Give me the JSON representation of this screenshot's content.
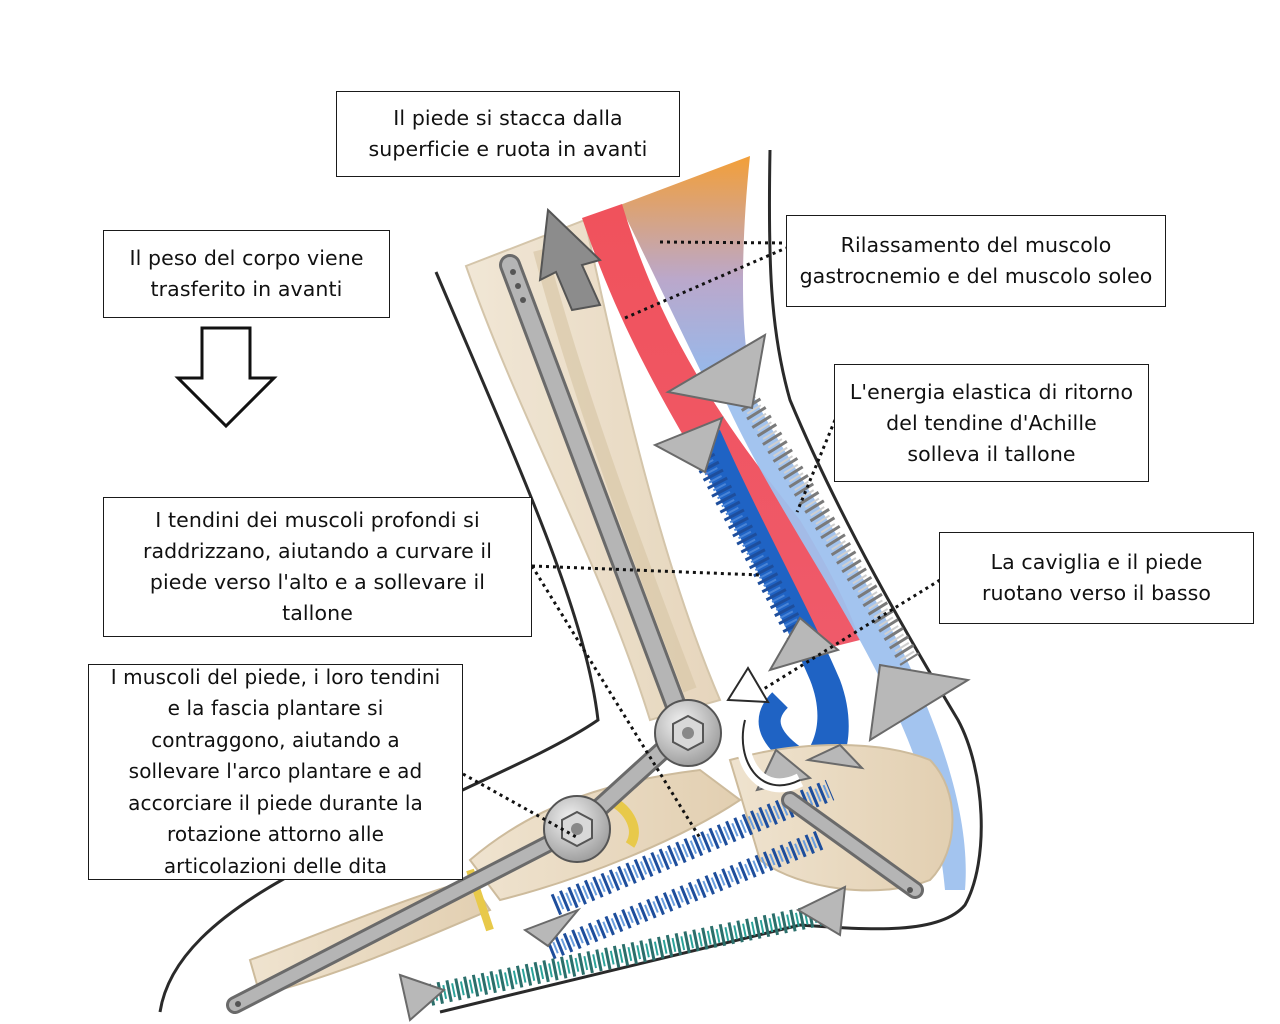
{
  "diagram": {
    "callouts": {
      "lift": "Il piede si stacca dalla\nsuperficie e ruota in avanti",
      "weight": "Il peso del corpo viene\ntrasferito in avanti",
      "relax": "Rilassamento del muscolo\ngastrocnemio e del muscolo soleo",
      "elastic": "L'energia elastica di ritorno\ndel tendine d'Achille\nsolleva il tallone",
      "deep": "I tendini dei muscoli profondi si\nraddrizzano, aiutando a curvare il\npiede verso l'alto e a sollevare il\ntallone",
      "ankle": "La caviglia e il piede\nruotano verso il basso",
      "foot": "I muscoli del piede, i loro tendini\ne la fascia plantare si\ncontraggono, aiutando a\nsollevare l'arco plantare e ad\naccorciare il piede durante la\nrotazione attorno alle\narticolazioni delle dita"
    },
    "colors": {
      "outline": "#2a2a2a",
      "bone": "#ead9bf",
      "muscle_red": "#f0525c",
      "muscle_blue": "#1f63c4",
      "tendon_light_blue": "#9ec1ee",
      "orange": "#f29a2e",
      "metal": "#a9a9a9",
      "spring_teal": "#2aa39a"
    }
  }
}
